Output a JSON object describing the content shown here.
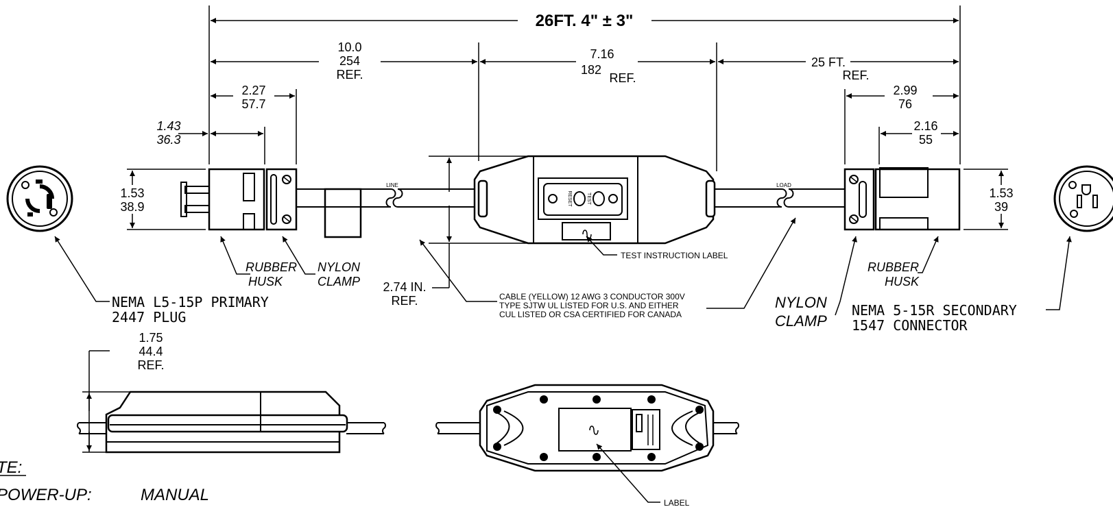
{
  "dimensions": {
    "overall": "26FT. 4\" ± 3\"",
    "plug_to_gfci": [
      "10.0",
      "254",
      "REF."
    ],
    "gfci_length": [
      "7.16",
      "182",
      "REF."
    ],
    "cord_25ft": [
      "25 FT.",
      "REF."
    ],
    "plug_overall": [
      "2.27",
      "57.7"
    ],
    "plug_body": [
      "1.43",
      "36.3"
    ],
    "plug_height": [
      "1.53",
      "38.9"
    ],
    "connector_overall": [
      "2.99",
      "76"
    ],
    "connector_body": [
      "2.16",
      "55"
    ],
    "connector_height": [
      "1.53",
      "39"
    ],
    "gfci_height": [
      "2.74 IN.",
      "REF."
    ],
    "gfci_depth": [
      "1.75",
      "44.4",
      "REF."
    ]
  },
  "labels": {
    "line": "LINE",
    "load": "LOAD",
    "rubber_husk_left": [
      "RUBBER",
      "HUSK"
    ],
    "nylon_clamp_left": [
      "NYLON",
      "CLAMP"
    ],
    "rubber_husk_right": [
      "RUBBER",
      "HUSK"
    ],
    "nylon_clamp_right": [
      "NYLON",
      "CLAMP"
    ],
    "plug": [
      "NEMA L5-15P PRIMARY",
      "2447 PLUG"
    ],
    "connector": [
      "NEMA 5-15R SECONDARY",
      "1547 CONNECTOR"
    ],
    "test_label": "TEST INSTRUCTION LABEL",
    "cable": [
      "CABLE (YELLOW) 12 AWG 3 CONDUCTOR 300V",
      "TYPE SJTW UL LISTED FOR U.S. AND EITHER",
      "CUL LISTED OR CSA CERTIFIED FOR CANADA"
    ],
    "label": "LABEL",
    "button_reset": "RESET",
    "button_test": "TEST"
  },
  "notes": {
    "heading": "TE:",
    "line1_key": "POWER-UP:",
    "line1_value": "MANUAL"
  }
}
